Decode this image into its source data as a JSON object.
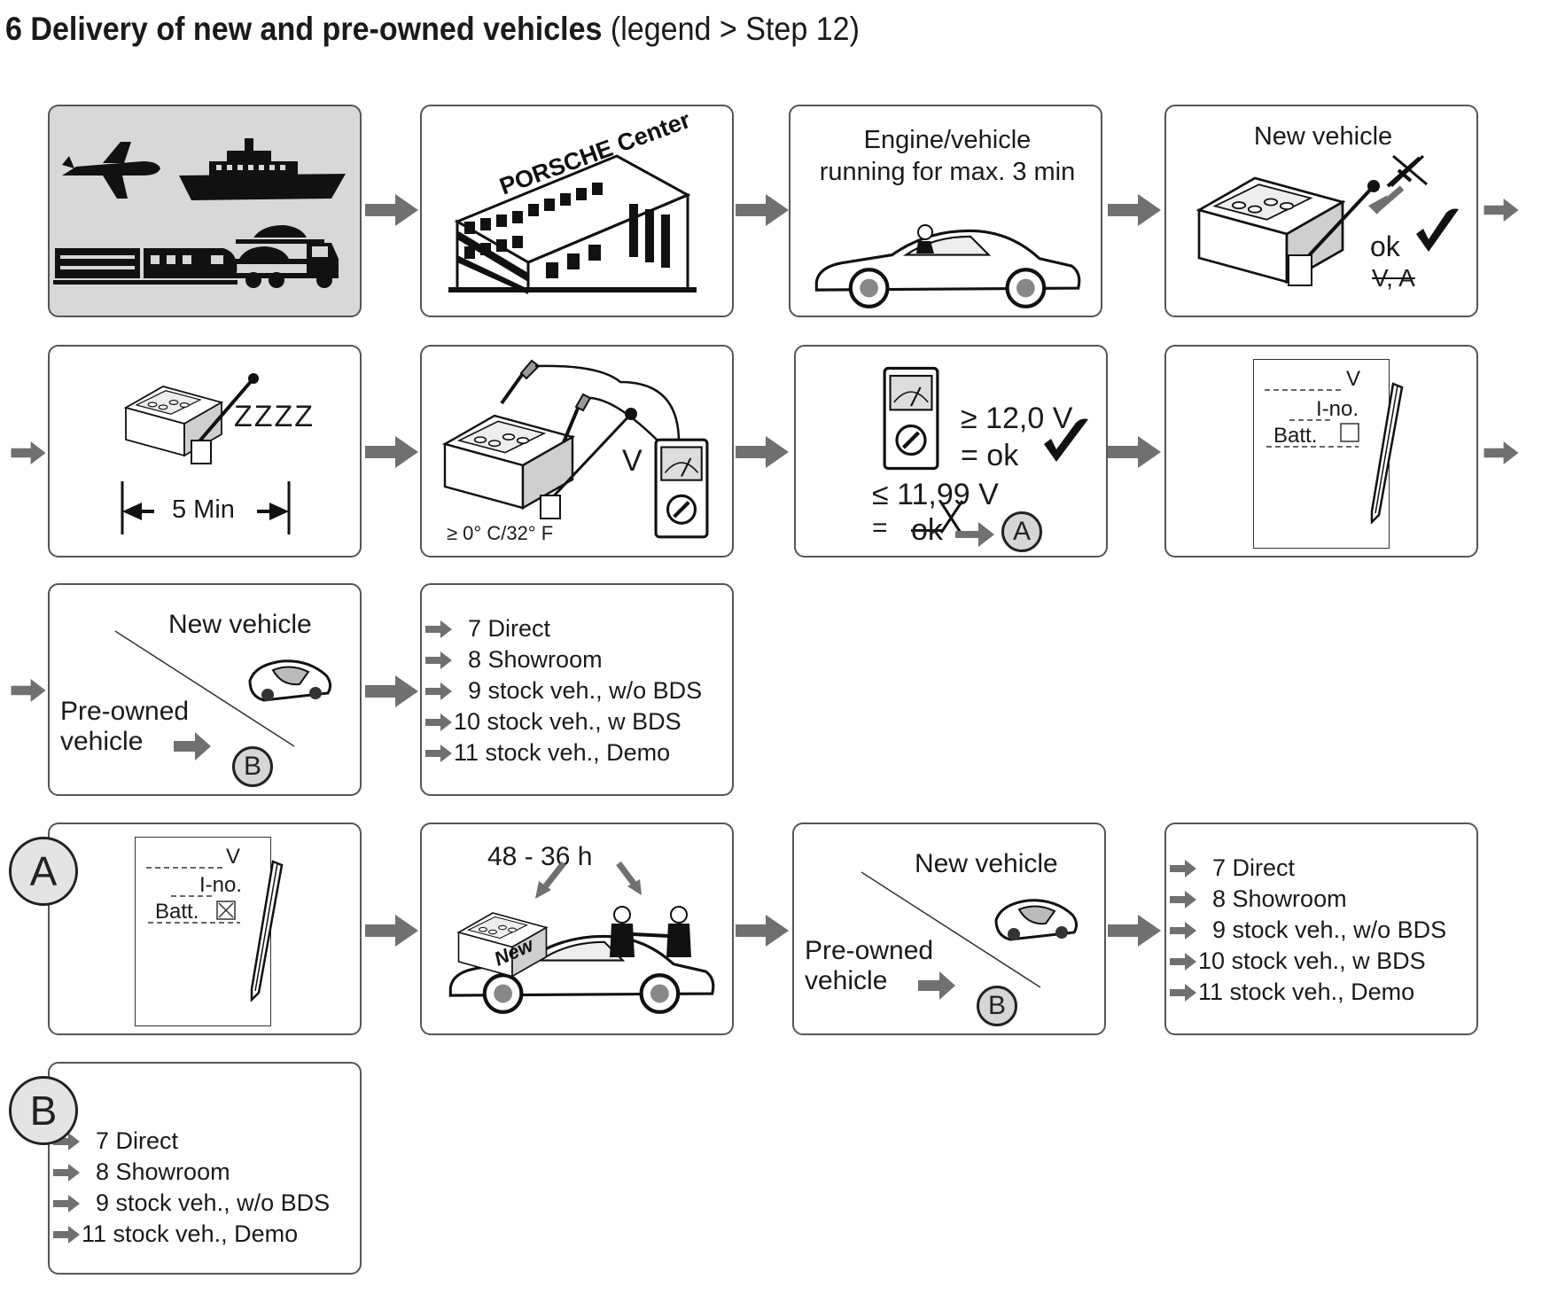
{
  "title": {
    "bold": "6 Delivery of new and pre-owned vehicles",
    "sub": "(legend > Step 12)"
  },
  "panels": {
    "transport": {
      "icons": [
        "airplane-icon",
        "ship-icon",
        "train-icon",
        "car-transporter-icon"
      ]
    },
    "dealer": {
      "sign": "PORSCHE Center"
    },
    "engine": {
      "line1": "Engine/vehicle",
      "line2": "running for max. 3 min"
    },
    "new_vehicle_battery": {
      "title": "New vehicle",
      "ok": "ok",
      "struck": "V, A"
    },
    "rest": {
      "zzz": "ZZZZ",
      "duration": "5 Min"
    },
    "measure": {
      "volt": "V",
      "temp": "≥ 0° C/32° F"
    },
    "result": {
      "ge": "≥ 12,0 V",
      "eq_ok": "=  ok",
      "le": "≤ 11,99 V",
      "eq": "=",
      "struck_ok": "ok",
      "target": "A"
    },
    "record": {
      "v": "V",
      "ino": "I-no.",
      "batt": "Batt."
    },
    "decide1": {
      "new": "New vehicle",
      "pre1": "Pre-owned",
      "pre2": "vehicle",
      "target": "B"
    },
    "list1": {
      "items": [
        "7 Direct",
        "8 Showroom",
        "9 stock veh., w/o BDS",
        "10 stock veh., w BDS",
        "11 stock veh., Demo"
      ]
    },
    "recordA": {
      "v": "V",
      "ino": "I-no.",
      "batt": "Batt."
    },
    "replace": {
      "hours": "48 - 36 h",
      "new": "New"
    },
    "decide2": {
      "new": "New vehicle",
      "pre1": "Pre-owned",
      "pre2": "vehicle",
      "target": "B"
    },
    "list2": {
      "items": [
        "7 Direct",
        "8 Showroom",
        "9 stock veh., w/o BDS",
        "10 stock veh., w BDS",
        "11 stock veh., Demo"
      ]
    },
    "listB": {
      "items": [
        "7 Direct",
        "8 Showroom",
        "9 stock veh., w/o BDS",
        "11 stock veh., Demo"
      ]
    }
  },
  "markers": {
    "a": "A",
    "b": "B"
  },
  "colors": {
    "arrow": "#707070",
    "panel_border": "#555555",
    "grey_panel": "#d8d8d8"
  }
}
